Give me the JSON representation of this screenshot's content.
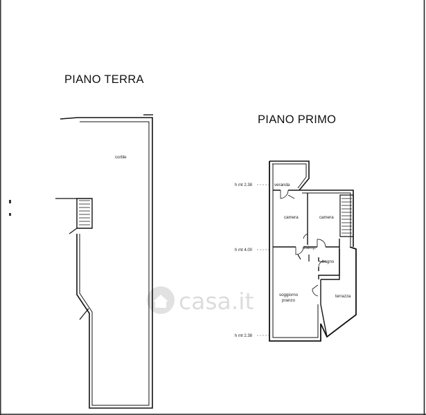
{
  "ground_floor": {
    "title": "PIANO TERRA",
    "rooms": {
      "courtyard": "cortile"
    }
  },
  "first_floor": {
    "title": "PIANO PRIMO",
    "rooms": {
      "veranda": "veranda",
      "bedroom_1": "camera",
      "bedroom_2": "camera",
      "hallway": "disimp.",
      "bathroom": "bagno",
      "living_1": "soggiorno",
      "living_2": "pranzo",
      "terrace": "terrazza"
    },
    "heights": {
      "top": "h mt 2.38",
      "middle": "h mt 4.00",
      "bottom": "h mt 2.38"
    }
  },
  "watermark": {
    "text": "casa.it",
    "icon": "house-logo-icon"
  }
}
